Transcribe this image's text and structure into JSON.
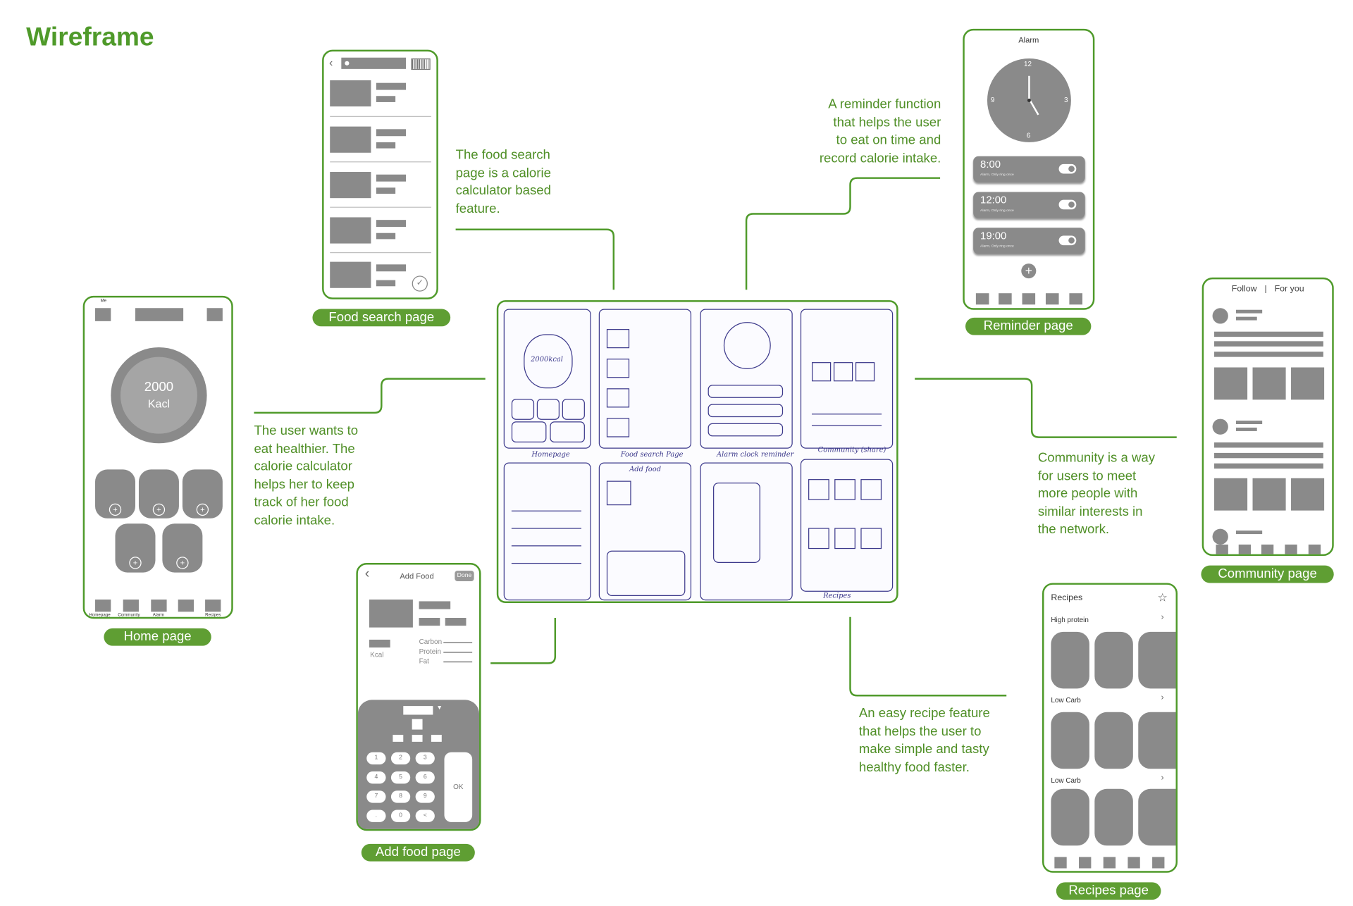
{
  "title": "Wireframe",
  "notes": {
    "food_search": [
      "The food search",
      "page is a calorie",
      "calculator based",
      "feature."
    ],
    "reminder": [
      "A reminder function",
      "that helps the user",
      "to eat on time and",
      "record calorie intake."
    ],
    "home": [
      "The user wants to",
      "eat healthier. The",
      "calorie calculator",
      "helps her to keep",
      "track of her food",
      "calorie intake."
    ],
    "community": [
      "Community is a way",
      "for users to meet",
      "more people with",
      "similar interests in",
      "the network."
    ],
    "recipe": [
      "An easy recipe feature",
      "that helps the user to",
      "make simple and tasty",
      "healthy food faster."
    ]
  },
  "pages": {
    "home": "Home page",
    "food_search": "Food search page",
    "reminder": "Reminder page",
    "community": "Community page",
    "add_food": "Add food page",
    "recipes": "Recipes page"
  },
  "home_screen": {
    "me": "Me",
    "calories": "2000",
    "unit": "Kacl",
    "tabs": [
      "Homepage",
      "Community",
      "Alarm",
      "Recipes"
    ]
  },
  "alarm_screen": {
    "title": "Alarm",
    "clock_numbers": [
      "12",
      "3",
      "6",
      "9"
    ],
    "alarms": [
      {
        "time": "8:00",
        "sub": "Alarm, Only ring once"
      },
      {
        "time": "12:00",
        "sub": "Alarm, Only ring once"
      },
      {
        "time": "19:00",
        "sub": "Alarm, Only ring once"
      }
    ]
  },
  "community_screen": {
    "follow": "Follow",
    "separator": "|",
    "for_you": "For you"
  },
  "add_food_screen": {
    "title": "Add Food",
    "done": "Done",
    "kcal": "Kcal",
    "nutrients": [
      "Carbon",
      "Protein",
      "Fat"
    ],
    "keys": [
      "1",
      "2",
      "3",
      "4",
      "5",
      "6",
      "7",
      "8",
      "9",
      ".",
      "0",
      "<"
    ],
    "ok": "OK"
  },
  "recipes_screen": {
    "title": "Recipes",
    "sections": [
      "High protein",
      "Low Carb",
      "Low Carb"
    ]
  },
  "sketch": {
    "captions": [
      "Homepage",
      "Food search Page",
      "Alarm clock reminder",
      "Community (share)",
      "Add food",
      "Recipes"
    ],
    "home_kcal": "2000kcal"
  },
  "colors": {
    "accent": "#5f9e33",
    "text_green": "#4f8f26",
    "wire_gray": "#8a8a8a",
    "sketch_ink": "#3d3a8c"
  }
}
